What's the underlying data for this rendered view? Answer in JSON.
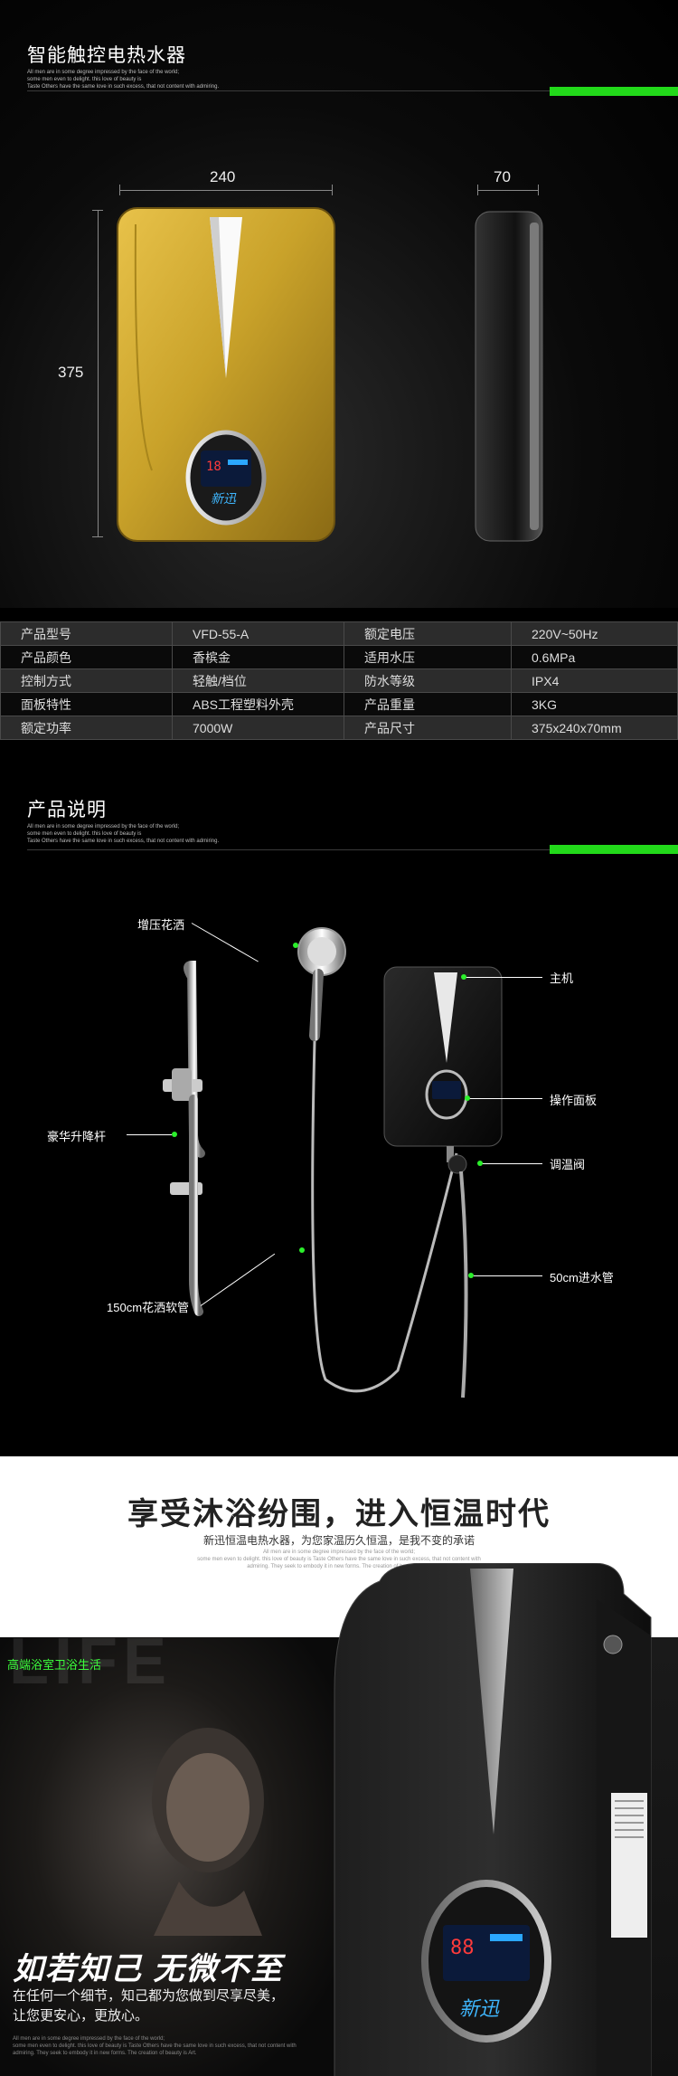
{
  "section1": {
    "title": "智能触控电热水器",
    "subtitle_lines": [
      "All men are in some degree impressed by the face of the world;",
      "some men even to delight. this love of beauty is",
      "Taste Others have the same love in such excess, that not content with admiring."
    ],
    "dims": {
      "width": "240",
      "depth": "70",
      "height": "375"
    },
    "panel_brand": "新迅"
  },
  "specs": {
    "rows": [
      [
        "产品型号",
        "VFD-55-A",
        "额定电压",
        "220V~50Hz"
      ],
      [
        "产品颜色",
        "香槟金",
        "适用水压",
        "0.6MPa"
      ],
      [
        "控制方式",
        "轻触/档位",
        "防水等级",
        "IPX4"
      ],
      [
        "面板特性",
        "ABS工程塑料外壳",
        "产品重量",
        "3KG"
      ],
      [
        "额定功率",
        "7000W",
        "产品尺寸",
        "375x240x70mm"
      ]
    ]
  },
  "section2": {
    "title": "产品说明",
    "subtitle_lines": [
      "All men are in some degree impressed by the face of the world;",
      "some men even to delight. this love of beauty is",
      "Taste Others have the same love in such excess, that not content with admiring."
    ],
    "callouts": {
      "shower_head": "增压花洒",
      "main_unit": "主机",
      "panel": "操作面板",
      "valve": "调温阀",
      "rod": "豪华升降杆",
      "hose": "150cm花洒软管",
      "inlet": "50cm进水管"
    }
  },
  "section3": {
    "headline": "享受沐浴纷围，进入恒温时代",
    "tagline": "新迅恒温电热水器，为您家温历久恒温，是我不变的承诺",
    "small_lines": [
      "All men are in some degree impressed by the face of the world;",
      "some men even to delight. this love of beauty is Taste Others have the same love in such excess, that not content with",
      "admiring. They seek to embody it in new forms. The creation of beauty is Art."
    ],
    "green_label": "高端浴室卫浴生活",
    "life_word": "LIFE",
    "big_slogan": "如若知己 无微不至",
    "desc_lines": [
      "在任何一个细节，知己都为您做到尽享尽美，",
      "让您更安心，更放心。"
    ],
    "bottom_lines": [
      "All men are in some degree impressed by the face of the world;",
      "some men even to delight. this love of beauty is Taste Others have the same love in such excess, that not content with",
      "admiring. They seek to embody it in new forms. The creation of beauty is Art."
    ],
    "panel_brand": "新迅"
  }
}
